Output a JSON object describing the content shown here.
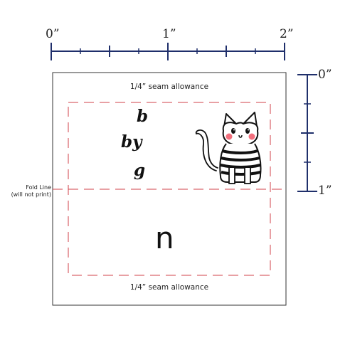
{
  "top_ruler": {
    "labels": [
      "0”",
      "1”",
      "2”"
    ]
  },
  "right_ruler": {
    "labels": [
      "0”",
      "1”"
    ]
  },
  "label": {
    "seam_top": "1/4” seam allowance",
    "seam_bottom": "1/4” seam allowance",
    "fold_line": [
      "Fold Line",
      "(will not print)"
    ],
    "letters": [
      "b",
      "by",
      "g"
    ],
    "bottom_letter": "n"
  },
  "colors": {
    "ruler": "#1f2f6b",
    "seam_dash": "#d0424a",
    "outline": "#333333"
  },
  "icons": {
    "illustration": "striped-cat-icon"
  }
}
